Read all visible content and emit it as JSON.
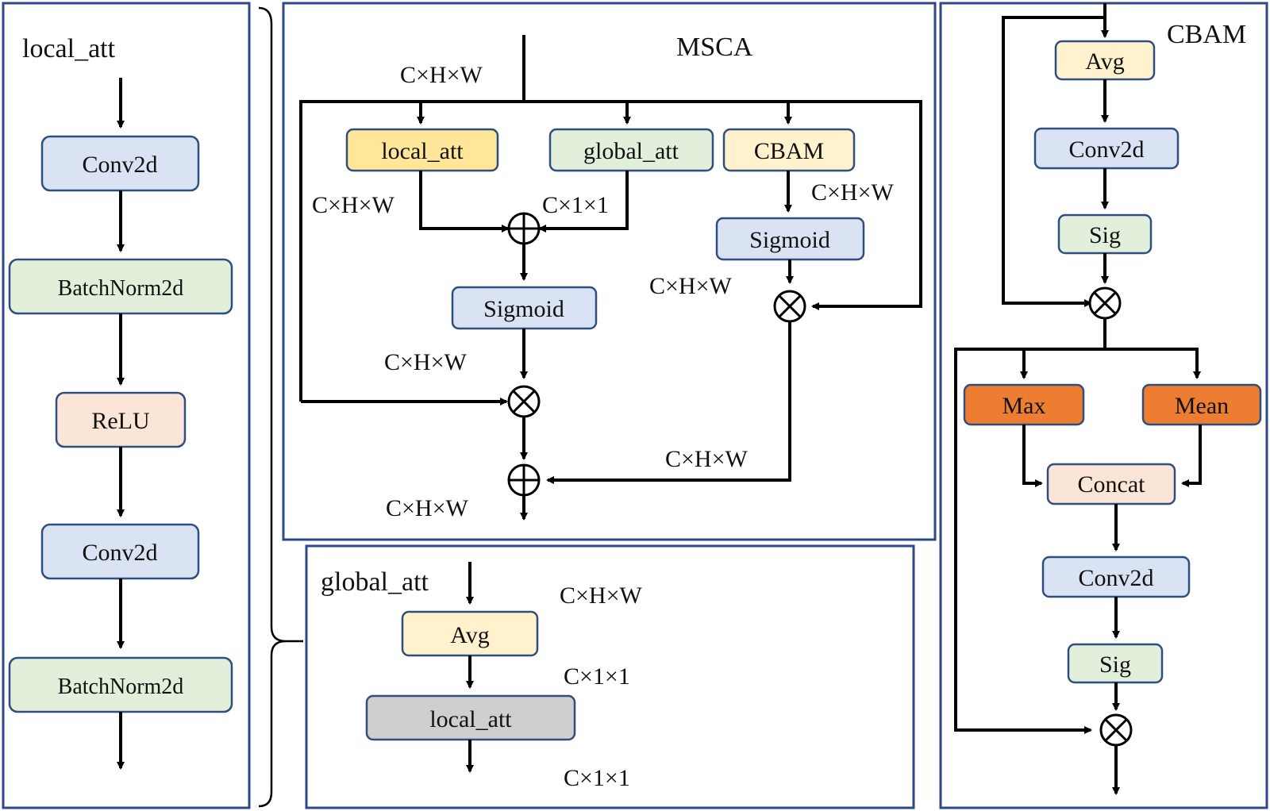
{
  "panels": {
    "local_att": {
      "title": "local_att",
      "blocks": [
        "Conv2d",
        "BatchNorm2d",
        "ReLU",
        "Conv2d",
        "BatchNorm2d"
      ]
    },
    "msca": {
      "title": "MSCA",
      "input_label": "C×H×W",
      "branch_local": "local_att",
      "branch_global": "global_att",
      "branch_cbam": "CBAM",
      "local_out_label": "C×H×W",
      "global_out_label": "C×1×1",
      "cbam_out_label": "C×H×W",
      "sigmoid_left": "Sigmoid",
      "sigmoid_right": "Sigmoid",
      "right_mult_label": "C×H×W",
      "left_sig_out_label": "C×H×W",
      "right_branch_label": "C×H×W",
      "output_label": "C×H×W"
    },
    "global_att": {
      "title": "global_att",
      "input_label": "C×H×W",
      "avg": "Avg",
      "avg_out_label": "C×1×1",
      "local_att": "local_att",
      "output_label": "C×1×1"
    },
    "cbam": {
      "title": "CBAM",
      "blocks": {
        "avg": "Avg",
        "conv1": "Conv2d",
        "sig1": "Sig",
        "max": "Max",
        "mean": "Mean",
        "concat": "Concat",
        "conv2": "Conv2d",
        "sig2": "Sig"
      }
    }
  },
  "colors": {
    "blue": "#dae3f3",
    "green": "#e2efda",
    "orange_light": "#fbe5d6",
    "yellow": "#ffe699",
    "yellow_light": "#fff2cc",
    "gray": "#d0cece",
    "orange_dark": "#ed7d31",
    "panel_border": "#2e4a86"
  }
}
